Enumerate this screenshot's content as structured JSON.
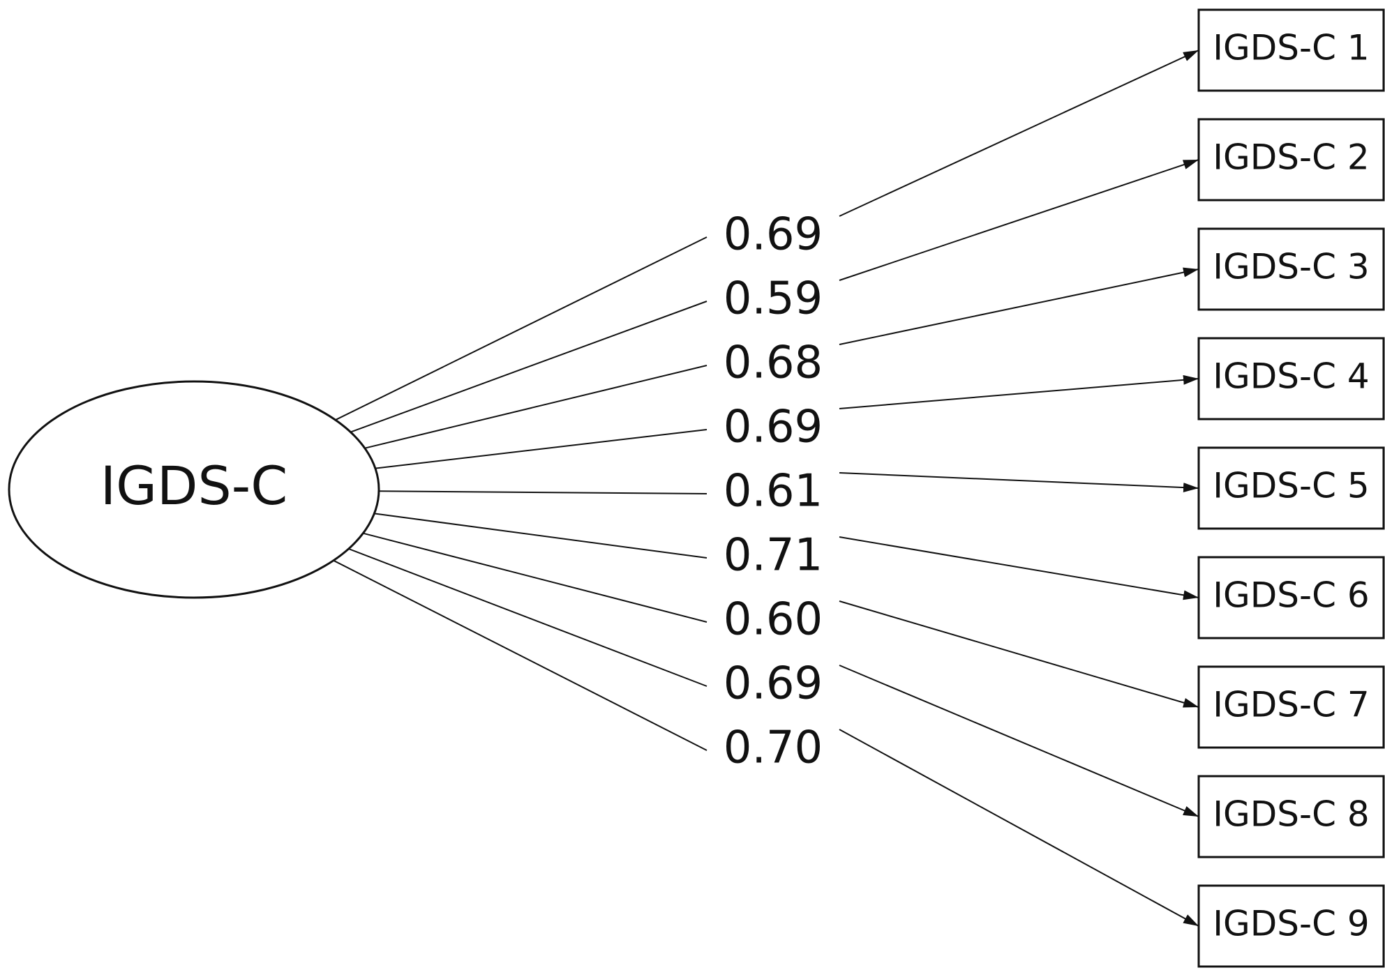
{
  "latent": {
    "label": "IGDS-C"
  },
  "loadings": [
    "0.69",
    "0.59",
    "0.68",
    "0.69",
    "0.61",
    "0.71",
    "0.60",
    "0.69",
    "0.70"
  ],
  "indicators": [
    "IGDS-C 1",
    "IGDS-C 2",
    "IGDS-C 3",
    "IGDS-C 4",
    "IGDS-C 5",
    "IGDS-C 6",
    "IGDS-C 7",
    "IGDS-C 8",
    "IGDS-C 9"
  ],
  "colors": {
    "stroke": "#111111",
    "text": "#111111",
    "background": "#ffffff"
  }
}
